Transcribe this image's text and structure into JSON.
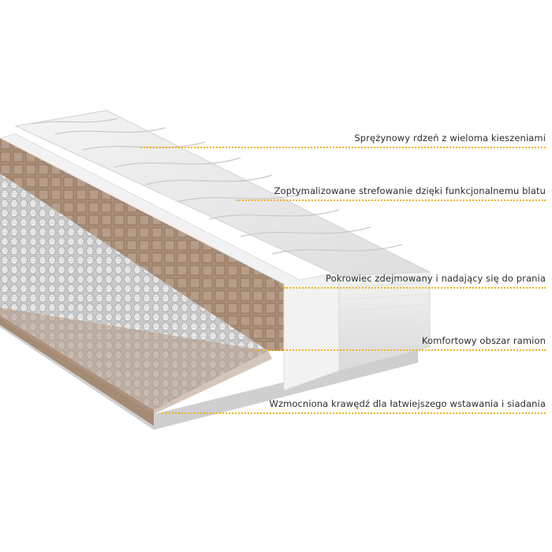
{
  "callouts": [
    {
      "text": "Sprężynowy rdzeń z wieloma kieszeniami"
    },
    {
      "text": "Zoptymalizowane strefowanie dzięki funkcjonalnemu blatu"
    },
    {
      "text": "Pokrowiec zdejmowany i nadający się do prania"
    },
    {
      "text": "Komfortowy obszar ramion"
    },
    {
      "text": "Wzmocniona krawędź dla łatwiejszego wstawania i siadania"
    }
  ],
  "colors": {
    "leader": "#f2b01e",
    "label_text": "#2d2d2d",
    "cover": "#ececec",
    "foam": "#a58a74",
    "springs": "#d6d6d6",
    "base": "#d0d0d0"
  }
}
